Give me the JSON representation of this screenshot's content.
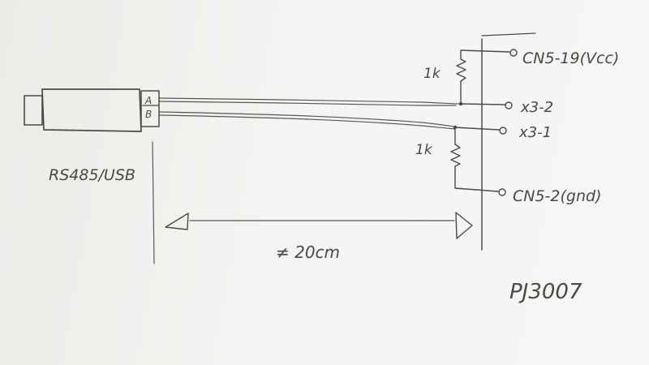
{
  "diagram": {
    "device_label": "RS485/USB",
    "connector_a": "A",
    "connector_b": "B",
    "resistor_top_label": "1k",
    "resistor_bottom_label": "1k",
    "terminal_vcc": "CN5-19(Vcc)",
    "terminal_x3_2": "x3-2",
    "terminal_x3_1": "x3-1",
    "terminal_gnd": "CN5-2(gnd)",
    "distance_label": "≠ 20cm",
    "board_label": "PJ3007"
  }
}
